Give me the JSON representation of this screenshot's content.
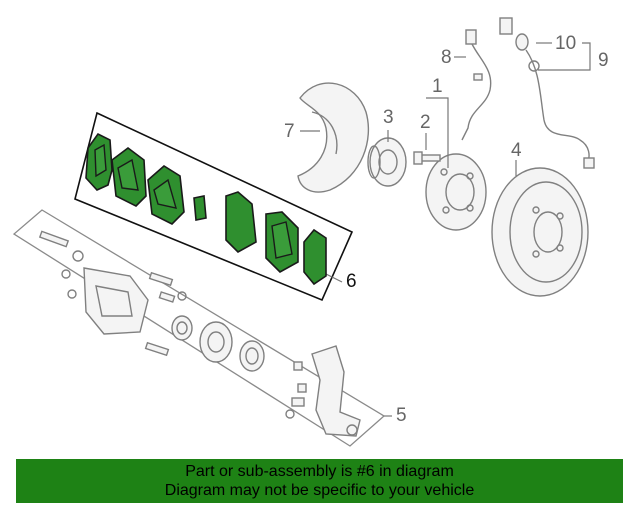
{
  "callouts": {
    "c1": "1",
    "c2": "2",
    "c3": "3",
    "c4": "4",
    "c5": "5",
    "c6": "6",
    "c7": "7",
    "c8": "8",
    "c9": "9",
    "c10": "10"
  },
  "banner": {
    "line1": "Part or sub-assembly is #6 in diagram",
    "line2": "Diagram may not be specific to your vehicle"
  },
  "colors": {
    "banner_bg": "#1e8215",
    "highlight_parts": "#2f8f2f",
    "line_art": "#808080"
  }
}
